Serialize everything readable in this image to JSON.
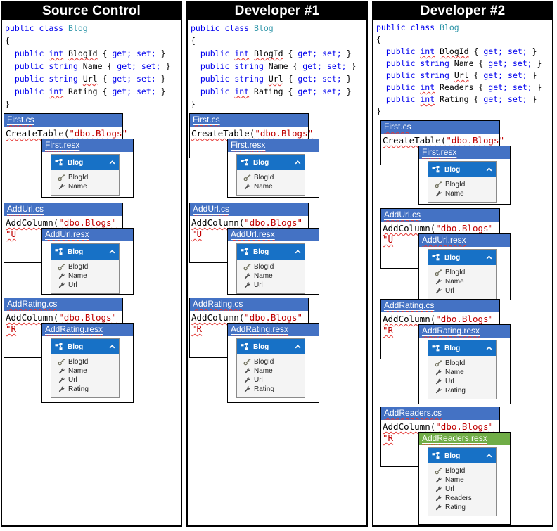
{
  "palette": {
    "card_blue": "#4472C4",
    "widget_blue": "#1771C6",
    "green_bar": "#70AD47",
    "keyword_blue": "#0000EE",
    "type_teal": "#2E95A8",
    "string_red": "#C00000",
    "squiggle_red": "#E53935"
  },
  "columns": [
    {
      "title": "Source Control",
      "code": [
        [
          [
            "k",
            "public "
          ],
          [
            "k",
            "class "
          ],
          [
            "t",
            "Blog"
          ]
        ],
        [
          [
            "p",
            "{"
          ]
        ],
        [
          [
            "p",
            "  "
          ],
          [
            "k",
            "public "
          ],
          [
            "ke",
            "int"
          ],
          [
            "p",
            " "
          ],
          [
            "pe",
            "BlogId"
          ],
          [
            "p",
            " { "
          ],
          [
            "k",
            "get;"
          ],
          [
            "p",
            " "
          ],
          [
            "k",
            "set;"
          ],
          [
            "p",
            " }"
          ]
        ],
        [
          [
            "p",
            "  "
          ],
          [
            "k",
            "public "
          ],
          [
            "k",
            "string"
          ],
          [
            "p",
            " Name { "
          ],
          [
            "k",
            "get;"
          ],
          [
            "p",
            " "
          ],
          [
            "k",
            "set;"
          ],
          [
            "p",
            " }"
          ]
        ],
        [
          [
            "p",
            "  "
          ],
          [
            "k",
            "public "
          ],
          [
            "k",
            "string"
          ],
          [
            "p",
            " "
          ],
          [
            "pe",
            "Url"
          ],
          [
            "p",
            " { "
          ],
          [
            "k",
            "get;"
          ],
          [
            "p",
            " "
          ],
          [
            "k",
            "set;"
          ],
          [
            "p",
            " }"
          ]
        ],
        [
          [
            "p",
            "  "
          ],
          [
            "k",
            "public "
          ],
          [
            "ke",
            "int"
          ],
          [
            "p",
            " Rating { "
          ],
          [
            "k",
            "get;"
          ],
          [
            "p",
            " "
          ],
          [
            "k",
            "set;"
          ],
          [
            "p",
            " }"
          ]
        ],
        [
          [
            "p",
            "}"
          ]
        ]
      ],
      "stacks": [
        {
          "cs_file": "First.cs",
          "cs_code": [
            [
              [
                "pe",
                "CreateTable("
              ],
              [
                "se",
                "\"dbo.Blogs\""
              ]
            ]
          ],
          "resx_file": "First.resx",
          "resx_style": "blue",
          "entity": {
            "name": "Blog",
            "rows": [
              {
                "icon": "key",
                "label": "BlogId"
              },
              {
                "icon": "wrench",
                "label": "Name"
              }
            ]
          }
        },
        {
          "cs_file": "AddUrl.cs",
          "cs_code": [
            [
              [
                "pe",
                "AddColumn("
              ],
              [
                "se",
                "\"dbo.Blogs\""
              ]
            ],
            [
              [
                "se",
                "\"U"
              ]
            ]
          ],
          "resx_file": "AddUrl.resx",
          "resx_style": "blue",
          "entity": {
            "name": "Blog",
            "rows": [
              {
                "icon": "key",
                "label": "BlogId"
              },
              {
                "icon": "wrench",
                "label": "Name"
              },
              {
                "icon": "wrench",
                "label": "Url"
              }
            ]
          }
        },
        {
          "cs_file": "AddRating.cs",
          "cs_code": [
            [
              [
                "pe",
                "AddColumn("
              ],
              [
                "se",
                "\"dbo.Blogs\""
              ]
            ],
            [
              [
                "se",
                "\"R"
              ]
            ]
          ],
          "resx_file": "AddRating.resx",
          "resx_style": "blue",
          "entity": {
            "name": "Blog",
            "rows": [
              {
                "icon": "key",
                "label": "BlogId"
              },
              {
                "icon": "wrench",
                "label": "Name"
              },
              {
                "icon": "wrench",
                "label": "Url"
              },
              {
                "icon": "wrench",
                "label": "Rating"
              }
            ]
          }
        }
      ]
    },
    {
      "title": "Developer #1",
      "code": [
        [
          [
            "k",
            "public "
          ],
          [
            "k",
            "class "
          ],
          [
            "t",
            "Blog"
          ]
        ],
        [
          [
            "p",
            "{"
          ]
        ],
        [
          [
            "p",
            "  "
          ],
          [
            "k",
            "public "
          ],
          [
            "ke",
            "int"
          ],
          [
            "p",
            " "
          ],
          [
            "pe",
            "BlogId"
          ],
          [
            "p",
            " { "
          ],
          [
            "k",
            "get;"
          ],
          [
            "p",
            " "
          ],
          [
            "k",
            "set;"
          ],
          [
            "p",
            " }"
          ]
        ],
        [
          [
            "p",
            "  "
          ],
          [
            "k",
            "public "
          ],
          [
            "k",
            "string"
          ],
          [
            "p",
            " Name { "
          ],
          [
            "k",
            "get;"
          ],
          [
            "p",
            " "
          ],
          [
            "k",
            "set;"
          ],
          [
            "p",
            " }"
          ]
        ],
        [
          [
            "p",
            "  "
          ],
          [
            "k",
            "public "
          ],
          [
            "k",
            "string"
          ],
          [
            "p",
            " "
          ],
          [
            "pe",
            "Url"
          ],
          [
            "p",
            " { "
          ],
          [
            "k",
            "get;"
          ],
          [
            "p",
            " "
          ],
          [
            "k",
            "set;"
          ],
          [
            "p",
            " }"
          ]
        ],
        [
          [
            "p",
            "  "
          ],
          [
            "k",
            "public "
          ],
          [
            "ke",
            "int"
          ],
          [
            "p",
            " Rating { "
          ],
          [
            "k",
            "get;"
          ],
          [
            "p",
            " "
          ],
          [
            "k",
            "set;"
          ],
          [
            "p",
            " }"
          ]
        ],
        [
          [
            "p",
            "}"
          ]
        ]
      ],
      "stacks": [
        {
          "cs_file": "First.cs",
          "cs_code": [
            [
              [
                "pe",
                "CreateTable("
              ],
              [
                "se",
                "\"dbo.Blogs\""
              ]
            ]
          ],
          "resx_file": "First.resx",
          "resx_style": "blue",
          "entity": {
            "name": "Blog",
            "rows": [
              {
                "icon": "key",
                "label": "BlogId"
              },
              {
                "icon": "wrench",
                "label": "Name"
              }
            ]
          }
        },
        {
          "cs_file": "AddUrl.cs",
          "cs_code": [
            [
              [
                "pe",
                "AddColumn("
              ],
              [
                "se",
                "\"dbo.Blogs\""
              ]
            ],
            [
              [
                "se",
                "\"U"
              ]
            ]
          ],
          "resx_file": "AddUrl.resx",
          "resx_style": "blue",
          "entity": {
            "name": "Blog",
            "rows": [
              {
                "icon": "key",
                "label": "BlogId"
              },
              {
                "icon": "wrench",
                "label": "Name"
              },
              {
                "icon": "wrench",
                "label": "Url"
              }
            ]
          }
        },
        {
          "cs_file": "AddRating.cs",
          "cs_code": [
            [
              [
                "pe",
                "AddColumn("
              ],
              [
                "se",
                "\"dbo.Blogs\""
              ]
            ],
            [
              [
                "se",
                "\"R"
              ]
            ]
          ],
          "resx_file": "AddRating.resx",
          "resx_style": "blue",
          "entity": {
            "name": "Blog",
            "rows": [
              {
                "icon": "key",
                "label": "BlogId"
              },
              {
                "icon": "wrench",
                "label": "Name"
              },
              {
                "icon": "wrench",
                "label": "Url"
              },
              {
                "icon": "wrench",
                "label": "Rating"
              }
            ]
          }
        }
      ]
    },
    {
      "title": "Developer #2",
      "code": [
        [
          [
            "k",
            "public "
          ],
          [
            "k",
            "class "
          ],
          [
            "t",
            "Blog"
          ]
        ],
        [
          [
            "p",
            "{"
          ]
        ],
        [
          [
            "p",
            "  "
          ],
          [
            "k",
            "public "
          ],
          [
            "ke",
            "int"
          ],
          [
            "p",
            " "
          ],
          [
            "pe",
            "BlogId"
          ],
          [
            "p",
            " { "
          ],
          [
            "k",
            "get;"
          ],
          [
            "p",
            " "
          ],
          [
            "k",
            "set;"
          ],
          [
            "p",
            " }"
          ]
        ],
        [
          [
            "p",
            "  "
          ],
          [
            "k",
            "public "
          ],
          [
            "k",
            "string"
          ],
          [
            "p",
            " Name { "
          ],
          [
            "k",
            "get;"
          ],
          [
            "p",
            " "
          ],
          [
            "k",
            "set;"
          ],
          [
            "p",
            " }"
          ]
        ],
        [
          [
            "p",
            "  "
          ],
          [
            "k",
            "public "
          ],
          [
            "k",
            "string"
          ],
          [
            "p",
            " "
          ],
          [
            "pe",
            "Url"
          ],
          [
            "p",
            " { "
          ],
          [
            "k",
            "get;"
          ],
          [
            "p",
            " "
          ],
          [
            "k",
            "set;"
          ],
          [
            "p",
            " }"
          ]
        ],
        [
          [
            "p",
            "  "
          ],
          [
            "k",
            "public "
          ],
          [
            "ke",
            "int"
          ],
          [
            "p",
            " Readers { "
          ],
          [
            "k",
            "get;"
          ],
          [
            "p",
            " "
          ],
          [
            "k",
            "set;"
          ],
          [
            "p",
            " }"
          ]
        ],
        [
          [
            "p",
            "  "
          ],
          [
            "k",
            "public "
          ],
          [
            "ke",
            "int"
          ],
          [
            "p",
            " Rating { "
          ],
          [
            "k",
            "get;"
          ],
          [
            "p",
            " "
          ],
          [
            "k",
            "set;"
          ],
          [
            "p",
            " }"
          ]
        ],
        [
          [
            "p",
            "}"
          ]
        ]
      ],
      "stacks": [
        {
          "cs_file": "First.cs",
          "cs_code": [
            [
              [
                "pe",
                "CreateTable("
              ],
              [
                "se",
                "\"dbo.Blogs\""
              ]
            ]
          ],
          "resx_file": "First.resx",
          "resx_style": "blue",
          "entity": {
            "name": "Blog",
            "rows": [
              {
                "icon": "key",
                "label": "BlogId"
              },
              {
                "icon": "wrench",
                "label": "Name"
              }
            ]
          }
        },
        {
          "cs_file": "AddUrl.cs",
          "cs_code": [
            [
              [
                "pe",
                "AddColumn("
              ],
              [
                "se",
                "\"dbo.Blogs\""
              ]
            ],
            [
              [
                "se",
                "\"U"
              ]
            ]
          ],
          "resx_file": "AddUrl.resx",
          "resx_style": "blue",
          "entity": {
            "name": "Blog",
            "rows": [
              {
                "icon": "key",
                "label": "BlogId"
              },
              {
                "icon": "wrench",
                "label": "Name"
              },
              {
                "icon": "wrench",
                "label": "Url"
              }
            ]
          }
        },
        {
          "cs_file": "AddRating.cs",
          "cs_code": [
            [
              [
                "pe",
                "AddColumn("
              ],
              [
                "se",
                "\"dbo.Blogs\""
              ]
            ],
            [
              [
                "se",
                "\"R"
              ]
            ]
          ],
          "resx_file": "AddRating.resx",
          "resx_style": "blue",
          "entity": {
            "name": "Blog",
            "rows": [
              {
                "icon": "key",
                "label": "BlogId"
              },
              {
                "icon": "wrench",
                "label": "Name"
              },
              {
                "icon": "wrench",
                "label": "Url"
              },
              {
                "icon": "wrench",
                "label": "Rating"
              }
            ]
          }
        },
        {
          "cs_file": "AddReaders.cs",
          "cs_code": [
            [
              [
                "pe",
                "AddColumn("
              ],
              [
                "se",
                "\"dbo.Blogs\""
              ]
            ],
            [
              [
                "se",
                "\"R"
              ]
            ]
          ],
          "resx_file": "AddReaders.resx",
          "resx_style": "green",
          "entity": {
            "name": "Blog",
            "rows": [
              {
                "icon": "key",
                "label": "BlogId"
              },
              {
                "icon": "wrench",
                "label": "Name"
              },
              {
                "icon": "wrench",
                "label": "Url"
              },
              {
                "icon": "wrench",
                "label": "Readers"
              },
              {
                "icon": "wrench",
                "label": "Rating"
              }
            ]
          }
        }
      ]
    }
  ]
}
